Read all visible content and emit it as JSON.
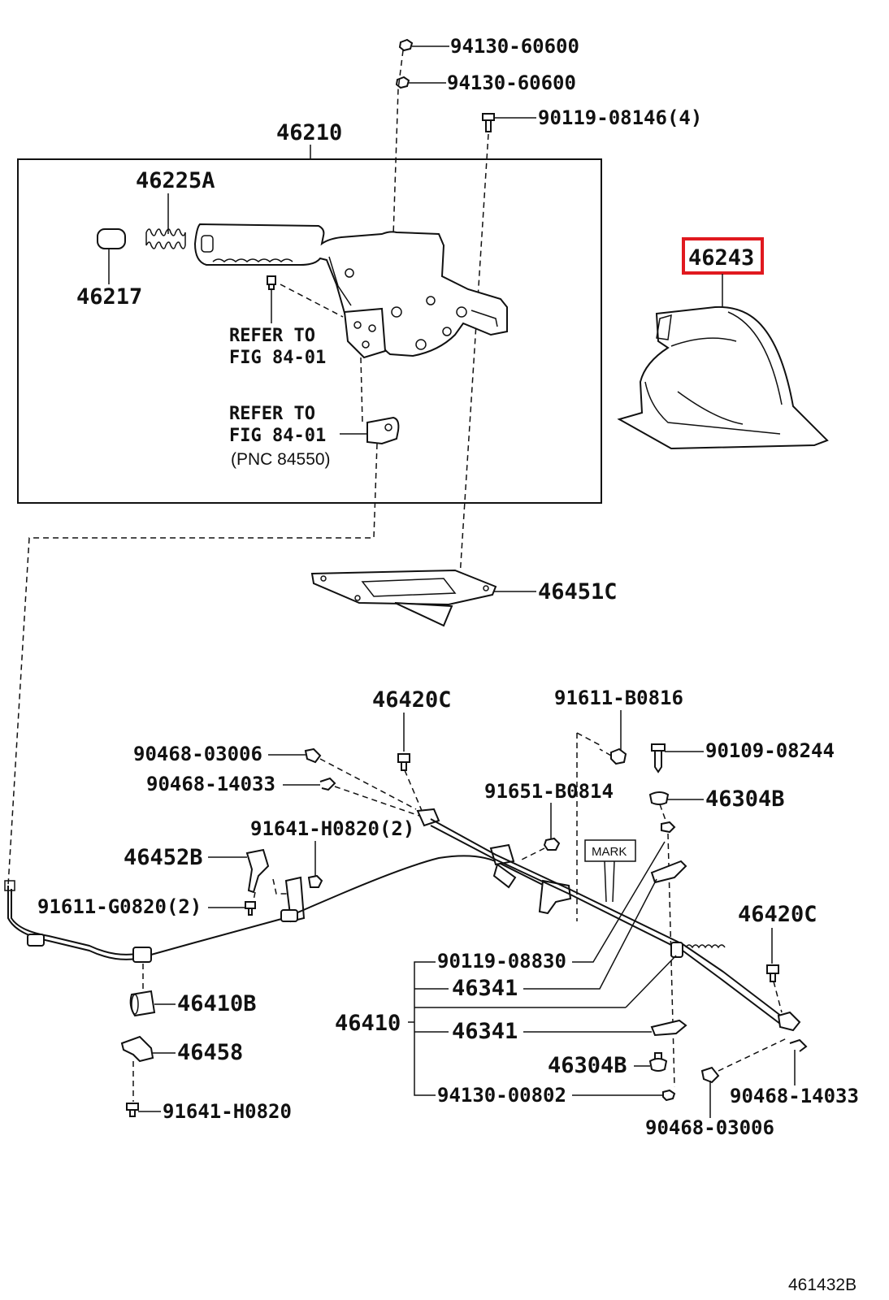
{
  "parts": {
    "p94130_60600_a": "94130-60600",
    "p94130_60600_b": "94130-60600",
    "p90119_08146": "90119-08146(4)",
    "p46210": "46210",
    "p46225A": "46225A",
    "p46217": "46217",
    "p46243": "46243",
    "p46451C": "46451C",
    "p46420C_a": "46420C",
    "p91611_B0816": "91611-B0816",
    "p90468_03006_a": "90468-03006",
    "p90109_08244": "90109-08244",
    "p90468_14033_a": "90468-14033",
    "p91651_B0814": "91651-B0814",
    "p46304B_a": "46304B",
    "p91641_H0820_2": "91641-H0820(2)",
    "p46452B": "46452B",
    "p91611_G0820_2": "91611-G0820(2)",
    "p46420C_b": "46420C",
    "p90119_08830": "90119-08830",
    "p46341_a": "46341",
    "p46410B": "46410B",
    "p46410": "46410",
    "p46341_b": "46341",
    "p46458": "46458",
    "p46304B_b": "46304B",
    "p94130_00802": "94130-00802",
    "p90468_14033_b": "90468-14033",
    "p91641_H0820": "91641-H0820",
    "p90468_03006_b": "90468-03006"
  },
  "notes": {
    "refer1_line1": "REFER TO",
    "refer1_line2": "FIG 84-01",
    "refer2_line1": "REFER TO",
    "refer2_line2": "FIG 84-01",
    "refer2_line3": "(PNC 84550)",
    "mark": "MARK"
  },
  "figure_number": "461432B",
  "highlighted_part": "46243",
  "colors": {
    "highlight": "#e0191f",
    "ink": "#111111",
    "background": "#ffffff"
  }
}
